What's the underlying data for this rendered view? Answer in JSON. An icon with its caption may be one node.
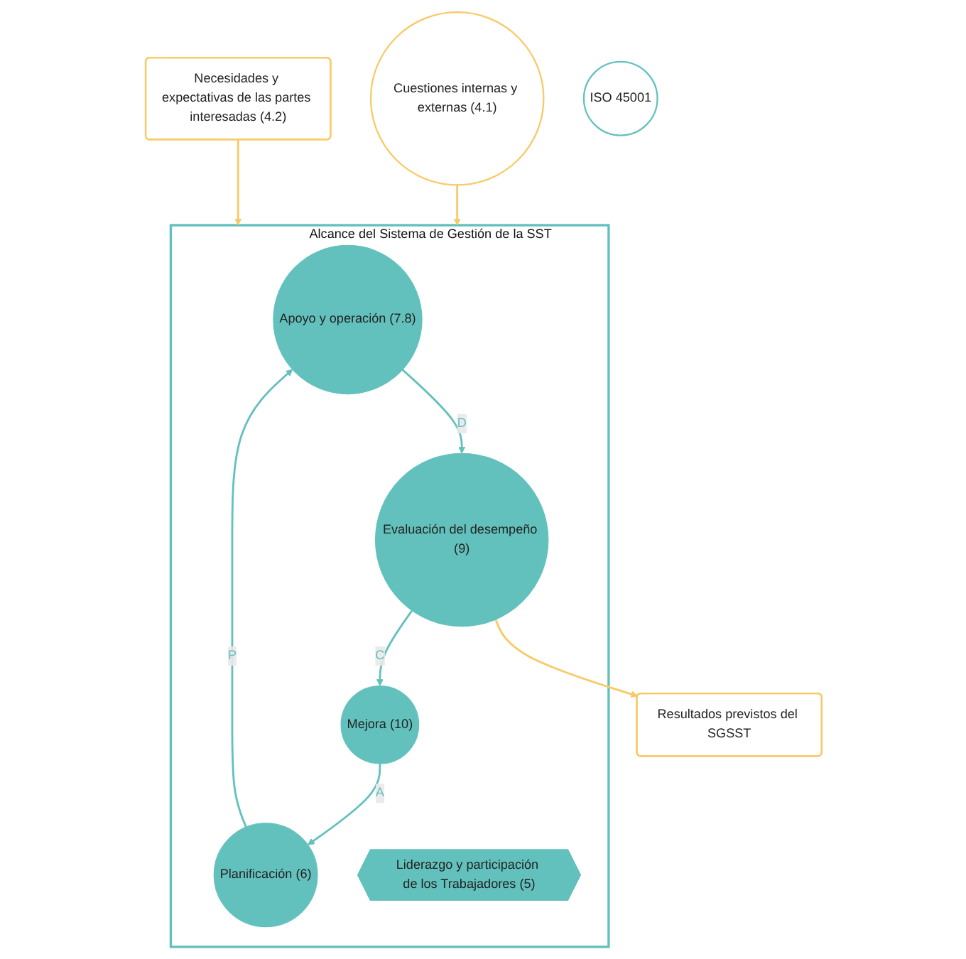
{
  "diagram": {
    "nodes": [
      {
        "text": [
          "Alcance del Sistema de Gestión de la SST"
        ]
      },
      {
        "text": [
          "Cuestiones internas y externas (4.1)"
        ]
      },
      {
        "text": [
          "Apoyo y operación (7.8)"
        ],
        "in": 0
      },
      {
        "text": [
          "Planificación (6)"
        ],
        "in": 0
      },
      {
        "text": [
          "Liderazgo y participación de los Trabajadores (5)"
        ],
        "in": 0
      },
      {
        "text": [
          "Evaluación del desempeño (9)"
        ],
        "in": 0
      },
      {
        "text": [
          "Mejora (10)"
        ],
        "in": 0
      },
      {
        "text": [
          "Necesidades y expectativas de las partes interesadas (4.2)"
        ]
      },
      {
        "text": [
          "Resultados previstos del SGSST"
        ]
      },
      {
        "text": [
          "ISO 45001"
        ]
      }
    ],
    "edges": [
      {
        "from": 3,
        "to": 2,
        "arrow": "to",
        "label": "P"
      },
      {
        "from": 2,
        "to": 5,
        "arrow": "to",
        "label": "D"
      },
      {
        "from": 5,
        "to": 6,
        "arrow": "to",
        "label": "C"
      },
      {
        "from": 6,
        "to": 3,
        "arrow": "to",
        "label": "A"
      },
      {
        "from": 1,
        "to": 0,
        "arrow": "to",
        "color": "#f9c965"
      },
      {
        "from": 7,
        "to": 0,
        "arrow": "to",
        "color": "#f9c965"
      },
      {
        "from": 5,
        "to": 8,
        "arrow": "to",
        "color": "#f9c965"
      }
    ]
  }
}
